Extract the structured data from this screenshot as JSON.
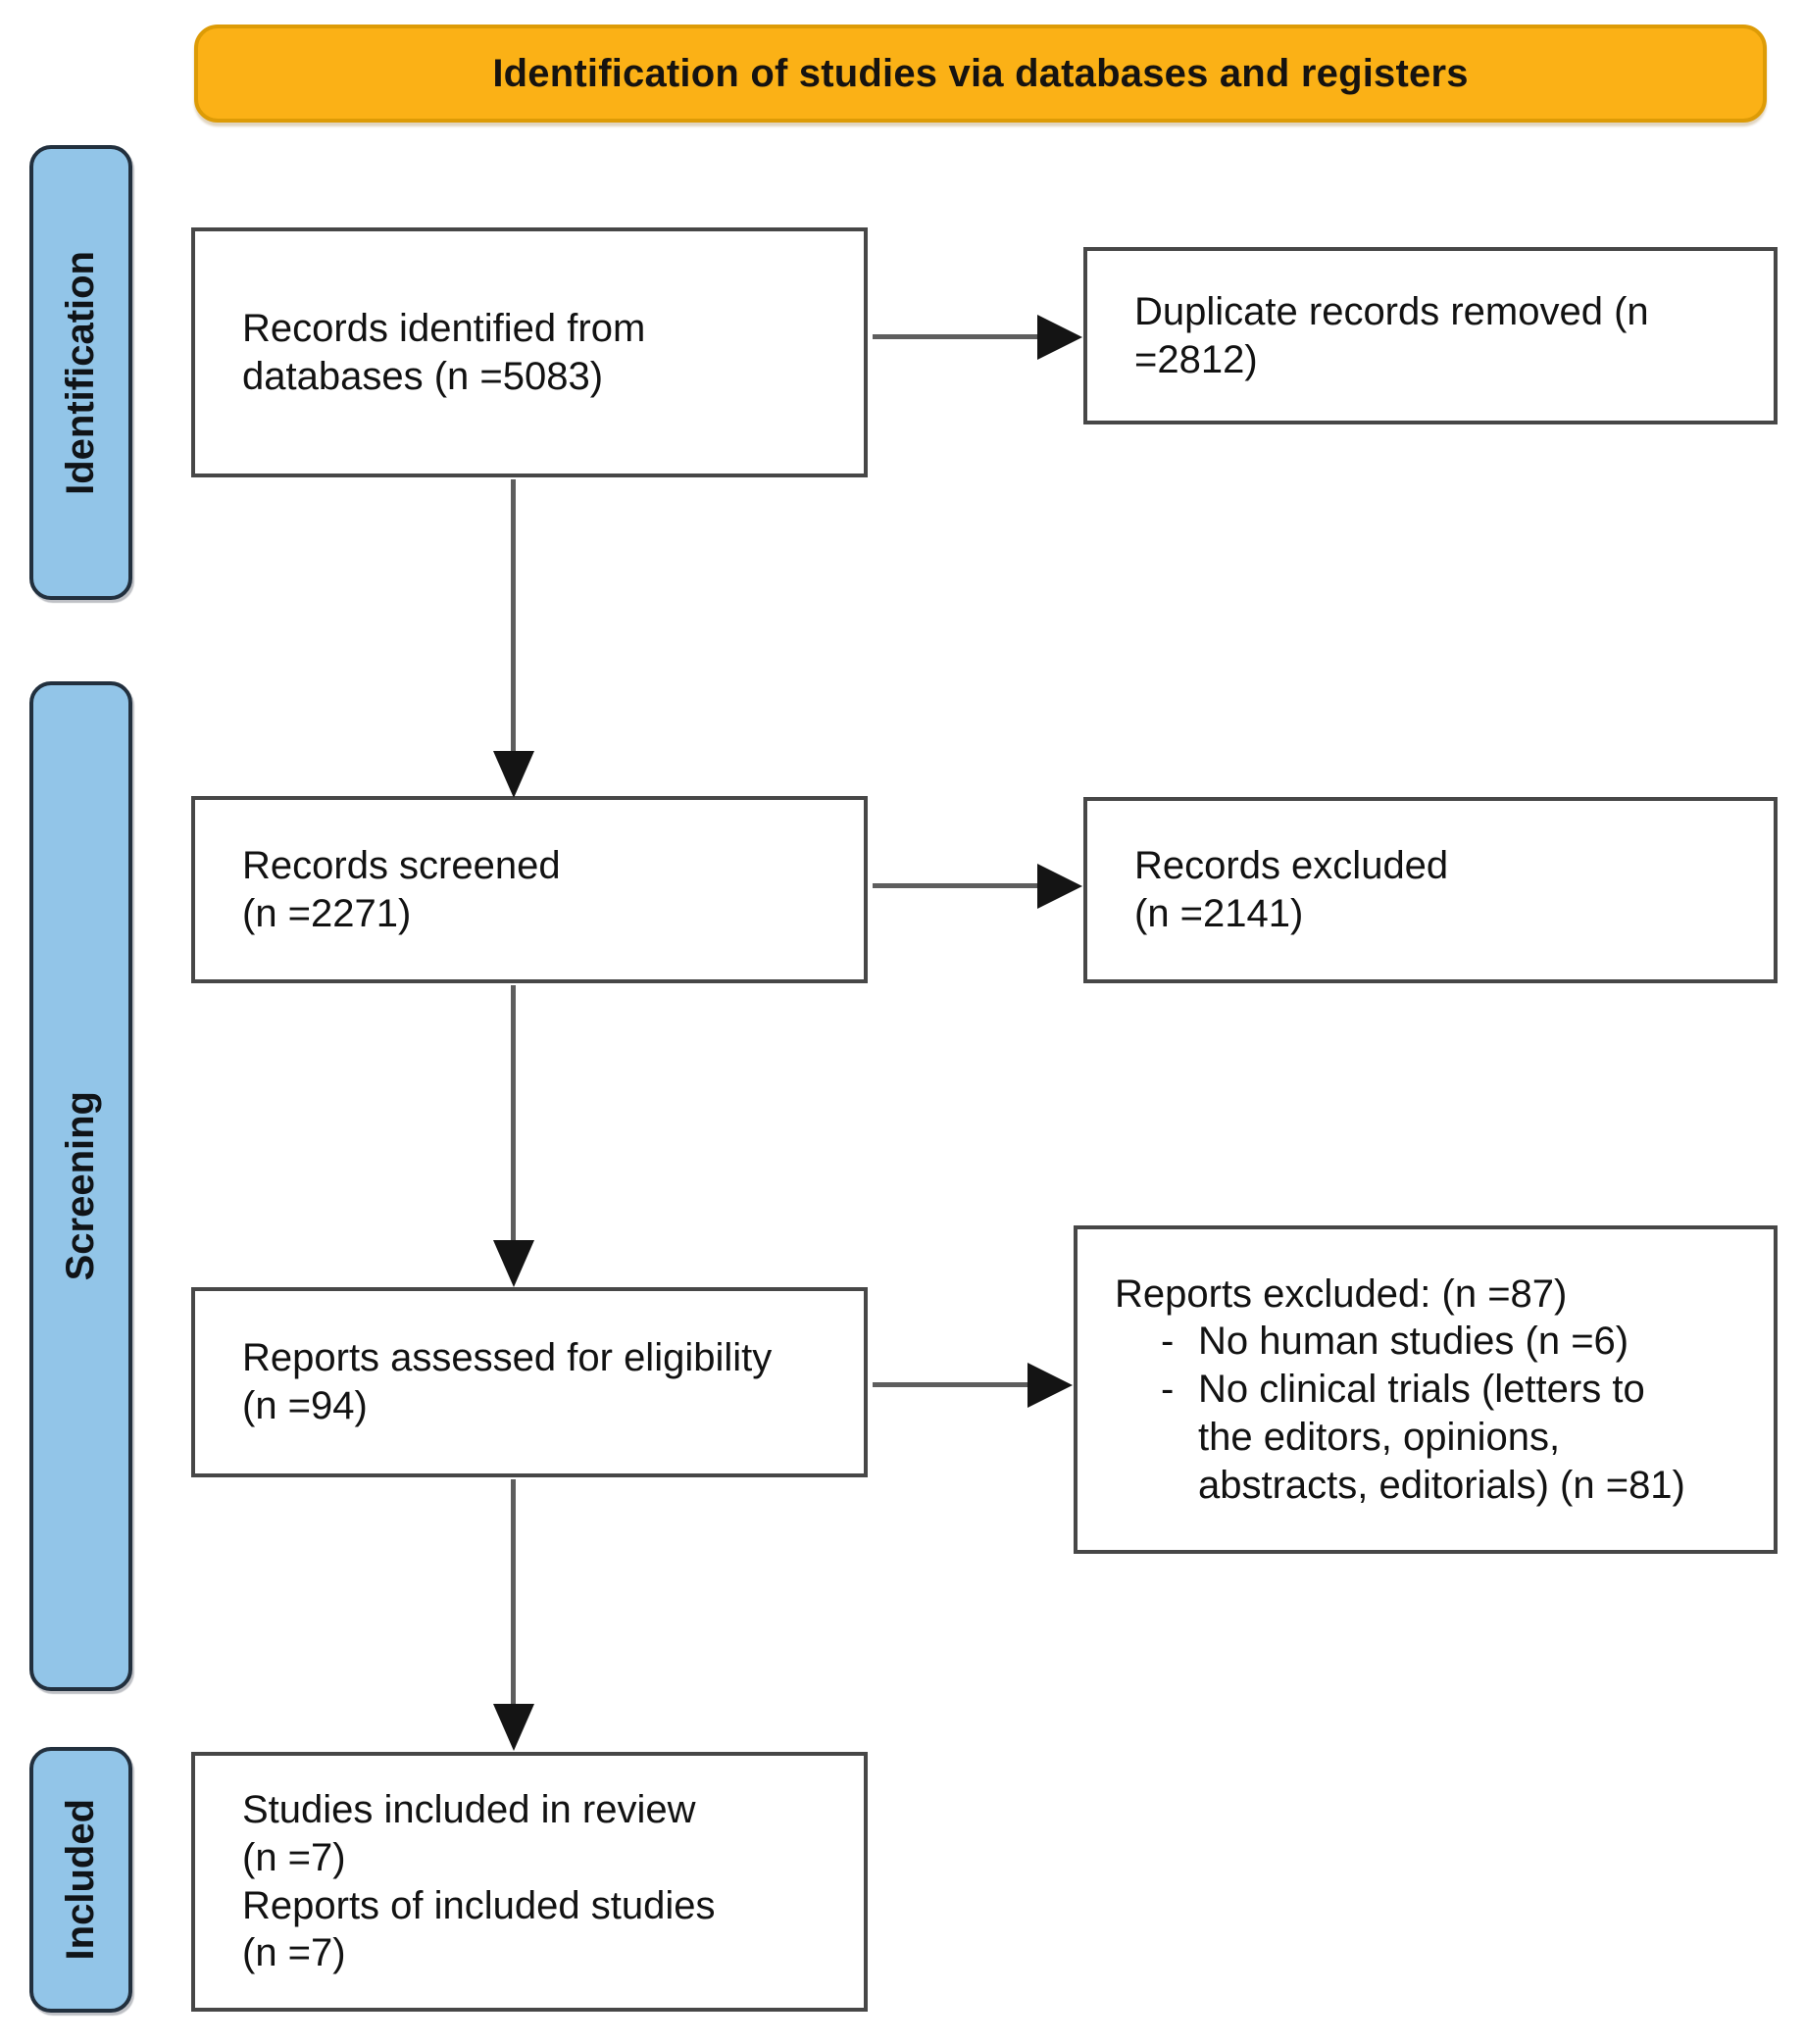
{
  "header": {
    "title": "Identification of studies via databases and registers"
  },
  "stages": {
    "identification": "Identification",
    "screening": "Screening",
    "included": "Included"
  },
  "boxes": {
    "records_identified": {
      "lines": [
        "Records identified from",
        "databases (n =5083)"
      ]
    },
    "duplicate_records_removed": {
      "lines": [
        "Duplicate records removed (n",
        "=2812)"
      ]
    },
    "records_screened": {
      "lines": [
        "Records screened",
        "(n =2271)"
      ]
    },
    "records_excluded": {
      "lines": [
        "Records excluded",
        "(n =2141)"
      ]
    },
    "reports_assessed": {
      "lines": [
        "Reports assessed for eligibility",
        "(n =94)"
      ]
    },
    "reports_excluded": {
      "heading": "Reports excluded: (n =87)",
      "bullet": "-",
      "items": [
        {
          "lines": [
            "No human studies (n =6)"
          ]
        },
        {
          "lines": [
            "No clinical trials (letters to",
            "the editors, opinions,",
            "abstracts, editorials) (n =81)"
          ]
        }
      ]
    },
    "studies_included": {
      "lines": [
        "Studies included in review",
        "(n =7)",
        "Reports of included studies",
        "(n =7)"
      ]
    }
  },
  "colors": {
    "header_bg": "#FBB116",
    "header_border": "#DD9B06",
    "stage_bg": "#92C5E8",
    "stage_border": "#22303E",
    "box_bg": "#FFFFFF",
    "box_border": "#474747",
    "arrow_line": "#5E5E5E",
    "arrow_head": "#141414",
    "text": "#121212"
  }
}
